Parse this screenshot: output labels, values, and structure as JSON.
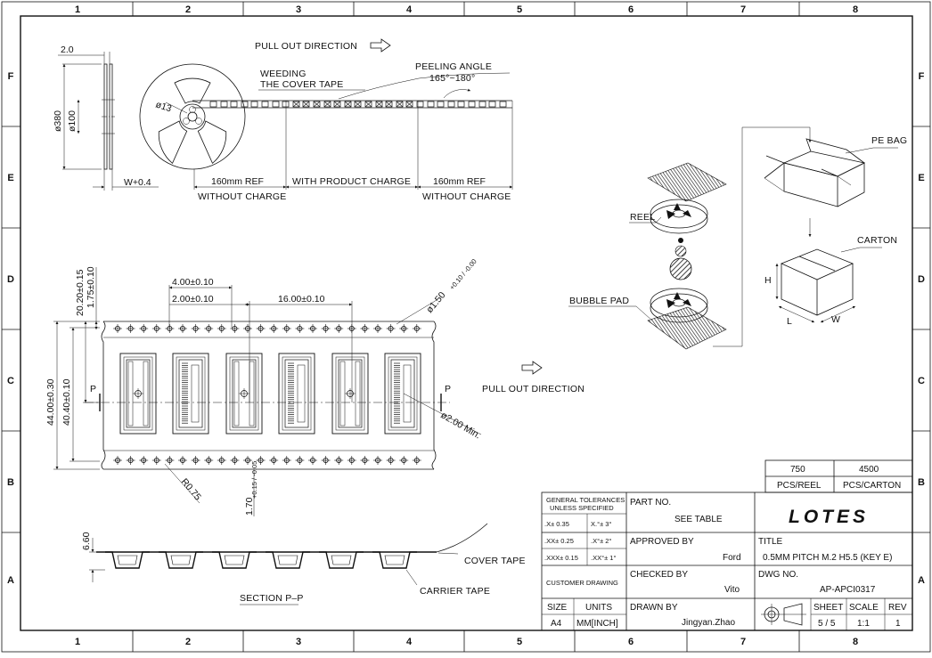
{
  "frame": {
    "columns": [
      "1",
      "2",
      "3",
      "4",
      "5",
      "6",
      "7",
      "8"
    ],
    "rows": [
      "F",
      "E",
      "D",
      "C",
      "B",
      "A"
    ]
  },
  "reel_view": {
    "pull_out_direction": "PULL OUT DIRECTION",
    "weeding_line1": "WEEDING",
    "weeding_line2": "THE COVER TAPE",
    "peeling_angle": "PEELING ANGLE",
    "peeling_range": "165°~180°",
    "dim_thickness": "2.0",
    "dim_outer": "ø380",
    "dim_hub": "ø100",
    "dim_arbor": "ø13",
    "dim_width": "W+0.4",
    "leader_ref": "160mm REF",
    "leader_sub": "WITHOUT CHARGE",
    "middle_label": "WITH PRODUCT CHARGE",
    "trailer_ref": "160mm REF",
    "trailer_sub": "WITHOUT CHARGE"
  },
  "packing": {
    "reel": "REEL",
    "bubble_pad": "BUBBLE PAD",
    "pe_bag": "PE BAG",
    "carton": "CARTON",
    "h": "H",
    "l": "L",
    "w": "W"
  },
  "tape_view": {
    "d_top": "20.20±0.15",
    "d_edge": "1.75±0.10",
    "d_pitch_hole": "4.00±0.10",
    "d_hole_offset": "2.00±0.10",
    "d_pitch": "16.00±0.10",
    "d_hole_dia": "ø1.50",
    "d_hole_tol": "+0.10 / -0.00",
    "d_width": "44.00±0.30",
    "d_center": "40.40±0.10",
    "p_left": "P",
    "p_right": "P",
    "pull_out": "PULL OUT DIRECTION",
    "d_pocket_hole": "ø2.00 Min.",
    "d_radius": "R0.75",
    "d_depth": "1.70",
    "d_depth_tol": "+0.15 / -0.05"
  },
  "section": {
    "height": "6.60",
    "title": "SECTION P–P",
    "cover_tape": "COVER TAPE",
    "carrier_tape": "CARRIER TAPE"
  },
  "quantities": {
    "reel_qty": "750",
    "reel_unit": "PCS/REEL",
    "carton_qty": "4500",
    "carton_unit": "PCS/CARTON"
  },
  "title_block": {
    "tol_header1": "GENERAL TOLERANCES",
    "tol_header2": "UNLESS SPECIFIED",
    "tol_x": ".X±  0.35",
    "tol_xx": ".XX±  0.25",
    "tol_xxx": ".XXX± 0.15",
    "ang_1": "X.°±  3°",
    "ang_2": ".X°±  2°",
    "ang_3": ".XX°± 1°",
    "customer_drawing": "CUSTOMER DRAWING",
    "size_label": "SIZE",
    "size_value": "A4",
    "units_label": "UNITS",
    "units_value": "MM[INCH]",
    "part_no_label": "PART NO.",
    "part_no_value": "SEE TABLE",
    "approved_label": "APPROVED BY",
    "approved_value": "Ford",
    "checked_label": "CHECKED BY",
    "checked_value": "Vito",
    "drawn_label": "DRAWN BY",
    "drawn_value": "Jingyan.Zhao",
    "logo": "LOTES",
    "title_label": "TITLE",
    "title_value": "0.5MM PITCH M.2 H5.5 (KEY E)",
    "dwg_label": "DWG NO.",
    "dwg_value": "AP-APCI0317",
    "sheet_label": "SHEET",
    "sheet_value": "5 / 5",
    "scale_label": "SCALE",
    "scale_value": "1:1",
    "rev_label": "REV",
    "rev_value": "1"
  }
}
